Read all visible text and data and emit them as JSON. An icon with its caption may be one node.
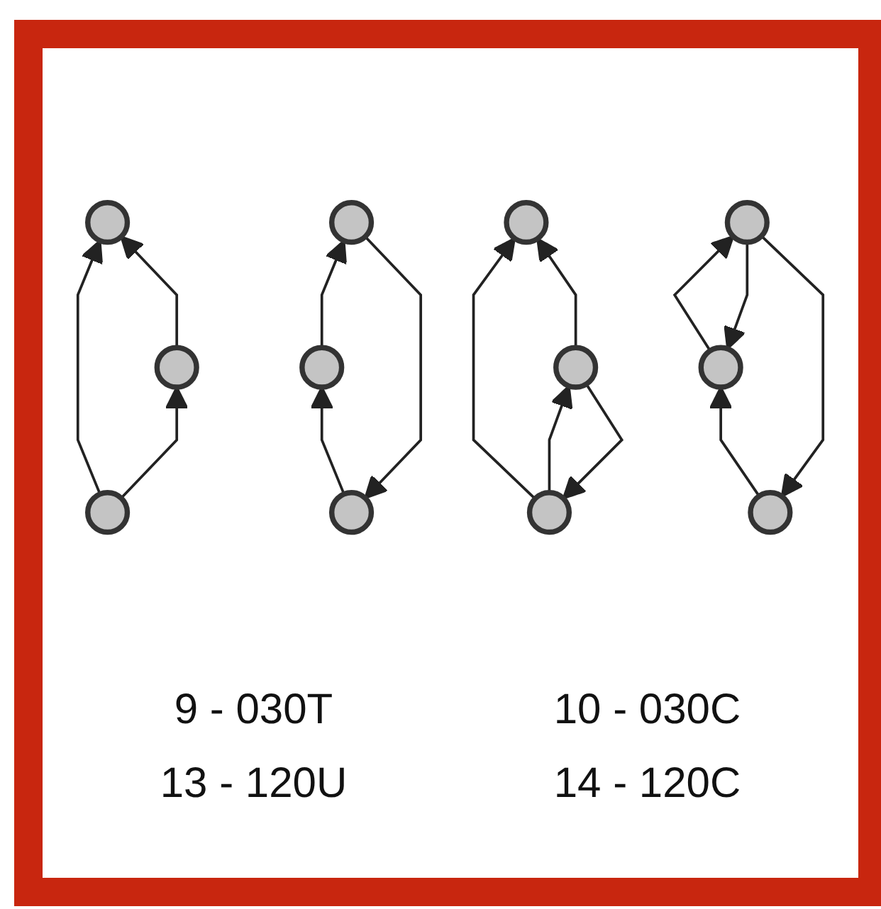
{
  "diagram": {
    "nodes": [
      {
        "text": [],
        "shape": "circle"
      },
      {
        "text": [],
        "shape": "circle"
      },
      {
        "text": [],
        "shape": "circle"
      },
      {
        "text": [],
        "shape": "circle"
      },
      {
        "text": [],
        "shape": "circle"
      },
      {
        "text": [],
        "shape": "circle"
      },
      {
        "text": [],
        "shape": "circle"
      },
      {
        "text": [],
        "shape": "circle"
      },
      {
        "text": [],
        "shape": "circle"
      },
      {
        "text": [],
        "shape": "circle"
      },
      {
        "text": [],
        "shape": "circle"
      },
      {
        "text": [],
        "shape": "circle"
      }
    ],
    "edges": [
      {
        "from": 1,
        "to": 0,
        "arrow": "to"
      },
      {
        "from": 2,
        "to": 0,
        "arrow": "to"
      },
      {
        "from": 1,
        "to": 2,
        "arrow": "to"
      },
      {
        "from": 3,
        "to": 4,
        "arrow": "to"
      },
      {
        "from": 5,
        "to": 3,
        "arrow": "to"
      },
      {
        "from": 4,
        "to": 5,
        "arrow": "to"
      },
      {
        "from": 7,
        "to": 6,
        "arrow": "to"
      },
      {
        "from": 8,
        "to": 6,
        "arrow": "to"
      },
      {
        "from": 8,
        "to": 7,
        "arrow": "to"
      },
      {
        "from": 7,
        "to": 8,
        "arrow": "to"
      },
      {
        "from": 10,
        "to": 9,
        "arrow": "to"
      },
      {
        "from": 9,
        "to": 11,
        "arrow": "to"
      },
      {
        "from": 11,
        "to": 10,
        "arrow": "to"
      },
      {
        "from": 10,
        "to": 11,
        "arrow": "to"
      }
    ],
    "labels": [
      "9 - 030T",
      "10 - 030C",
      "13 - 120U",
      "14 - 120C"
    ]
  }
}
